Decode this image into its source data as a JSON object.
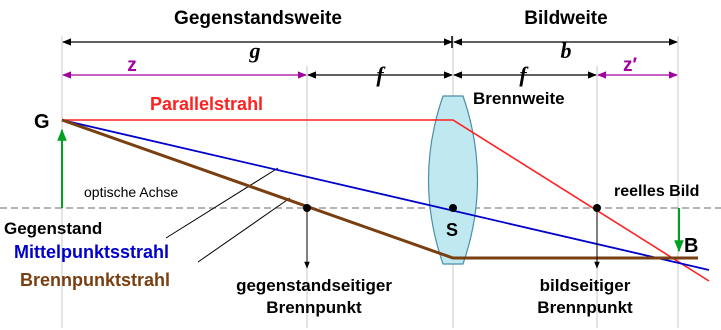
{
  "labels": {
    "object_distance": "Gegenstandsweite",
    "image_distance": "Bildweite",
    "g": "g",
    "b": "b",
    "z": "z",
    "z_prime": "z′",
    "f_left": "f",
    "f_right": "f",
    "focal_length": "Brennweite",
    "parallel_ray": "Parallelstrahl",
    "point_G": "G",
    "point_S": "S",
    "point_B": "B",
    "optical_axis": "optische Achse",
    "real_image": "reelles Bild",
    "object": "Gegenstand",
    "central_ray": "Mittelpunktsstrahl",
    "focal_ray": "Brennpunktstrahl",
    "object_focal_point_1": "gegenstandseitiger",
    "object_focal_point_2": "Brennpunkt",
    "image_focal_point_1": "bildseitiger",
    "image_focal_point_2": "Brennpunkt"
  },
  "colors": {
    "parallel_ray": "#ff0000",
    "central_ray": "#0000cc",
    "focal_ray": "#7a3f10",
    "dimension": "#a000a0",
    "arrow": "#00a020",
    "lens_fill": "#bfe8f0",
    "lens_stroke": "#4a90a8"
  }
}
